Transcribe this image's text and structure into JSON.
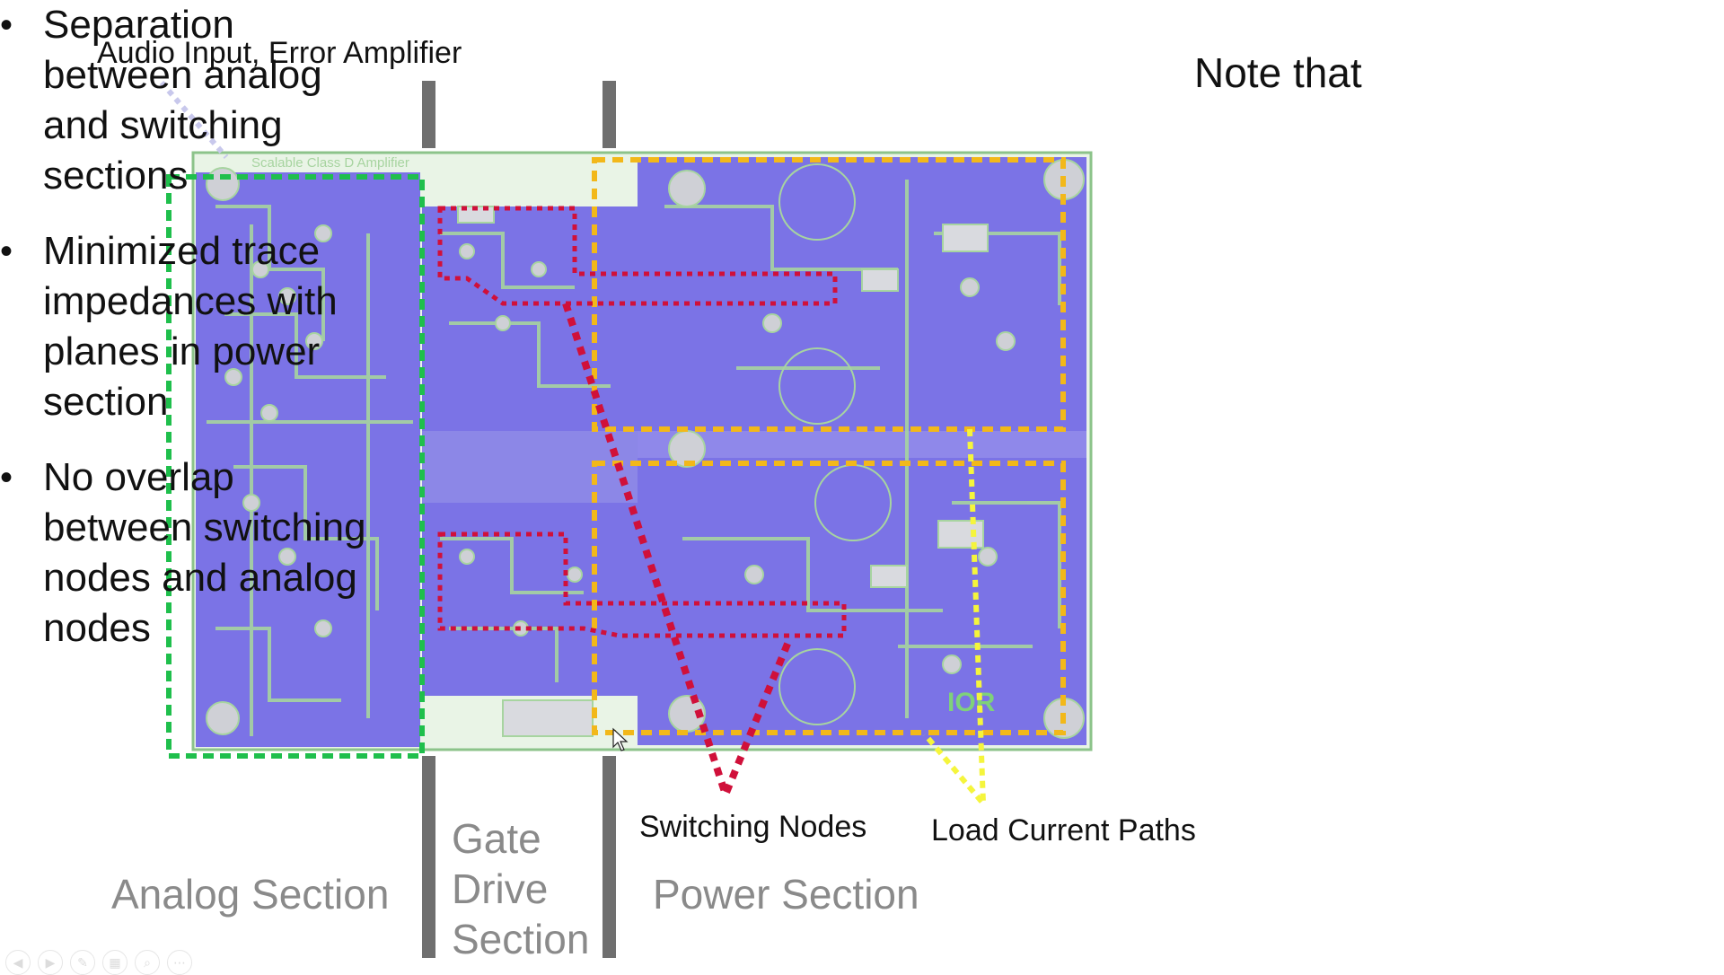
{
  "labels": {
    "audio_input": "Audio Input, Error Amplifier",
    "switching_nodes": "Switching Nodes",
    "load_current_paths": "Load Current Paths",
    "analog_section": "Analog Section",
    "gate_drive_section": [
      "Gate",
      "Drive",
      "Section"
    ],
    "power_section": "Power Section"
  },
  "notes": {
    "title": "Note that",
    "bullets": [
      [
        "Separation",
        "between analog",
        "and switching",
        "sections"
      ],
      [
        "Minimized trace",
        "impedances with",
        "planes in power",
        "section"
      ],
      [
        "No overlap",
        "between switching",
        "nodes and analog",
        "nodes"
      ]
    ]
  },
  "pcb": {
    "silkscreen_title": "Scalable Class D Amplifier",
    "brand": "IOR"
  },
  "colors": {
    "board_fill": "#7b73e6",
    "board_trace": "#a7d4a0",
    "analog_box": "#1fbf4c",
    "switching_path": "#d0103a",
    "power_box": "#f2b81a",
    "load_path": "#f5f53c",
    "divider": "#6f6f6f"
  }
}
